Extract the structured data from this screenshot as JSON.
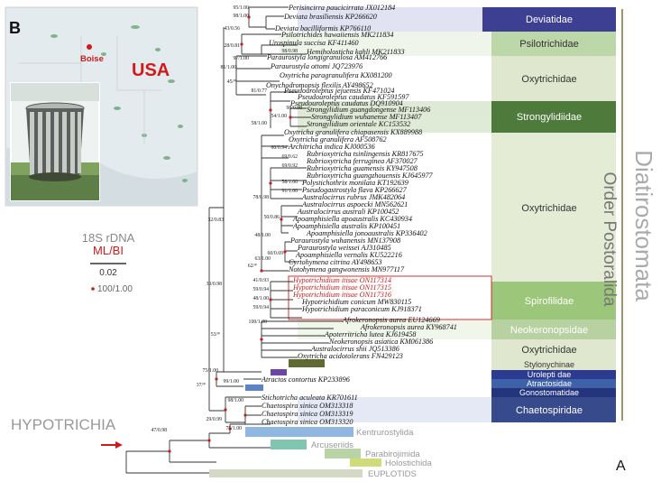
{
  "panel_a_label": "A",
  "panel_b_label": "B",
  "order_label": "Order Postoralida",
  "class_label": "Diatirostomata",
  "hypotrichia_label": "HYPOTRICHIA",
  "legend": {
    "title": "18S rDNA",
    "method": "ML/BI",
    "scale_value": "0.02",
    "full_support": "100/1.00"
  },
  "map": {
    "city": "Boise",
    "country": "USA"
  },
  "colors": {
    "deviatidae": "#3d3f93",
    "psilotrichidae": "#bcd7a8",
    "oxytrichidae": "#dfe8cf",
    "strongylidiidae": "#4e7a3c",
    "spirofilidae": "#9cc67a",
    "neokeronopsidae": "#b8d1a0",
    "stylonychinae": "#606b34",
    "urolepti": "#2c3b8f",
    "atractosidae": "#3d62a8",
    "gonostomatidae": "#25357d",
    "chaetospiridae": "#364a8c",
    "accent_red": "#cc1b1b"
  },
  "families": [
    {
      "label": "Deviatidae"
    },
    {
      "label": "Psilotrichidae"
    },
    {
      "label": "Oxytrichidae"
    },
    {
      "label": "Strongylidiidae"
    },
    {
      "label": "Oxytrichidae"
    },
    {
      "label": "Spirofilidae"
    },
    {
      "label": "Neokeronopsidae"
    },
    {
      "label": "Oxytrichidae"
    },
    {
      "label": "Stylonychinae"
    },
    {
      "label": "Urolepti dae"
    },
    {
      "label": "Atractosidae"
    },
    {
      "label": "Gonostomatidae"
    },
    {
      "label": "Chaetospiridae"
    }
  ],
  "outgroups": [
    {
      "label": "Kentrurostylida"
    },
    {
      "label": "Arcuseriids"
    },
    {
      "label": "Parabirojimida"
    },
    {
      "label": "Holostichida"
    },
    {
      "label": "EUPLOTIDS"
    }
  ],
  "taxa": [
    {
      "name": "Perisincirra paucicirrata JX012184",
      "support": "95/1.00"
    },
    {
      "name": "Deviata brasiliensis KP266620",
      "support": "98/1.00"
    },
    {
      "name": "Deviata bacilliformis KP766110",
      "support": "43/0.56"
    },
    {
      "name": "Psilotrichides hawaiiensis MK211834",
      "support": ""
    },
    {
      "name": "Urospinula succisa KF411460",
      "support": "28/0.81"
    },
    {
      "name": "Hemiholosticha kahli MK211833",
      "support": "98/0.98"
    },
    {
      "name": "Paraurostyla longigranulosa AM412766",
      "support": ""
    },
    {
      "name": "Paraurostyla ottomi JQ723976",
      "support": "97/1.00"
    },
    {
      "name": "Oxytricha paragranulifera KX081200",
      "support": ""
    },
    {
      "name": "Onychodromopsis flexilis AY498652",
      "support": ""
    },
    {
      "name": "Pseudouroleptus jejuensis KF471024",
      "support": ""
    },
    {
      "name": "Pseudouroleptus caudatus KF591597",
      "support": "81/0.77"
    },
    {
      "name": "Pseudouroleptus caudatus DQ910904",
      "support": ""
    },
    {
      "name": "Strongylidium guangdongense MF113406",
      "support": "98/0.98"
    },
    {
      "name": "Strongylidium wuhanense MF113407",
      "support": "54/1.00"
    },
    {
      "name": "Strongylidium orientale KC153532",
      "support": ""
    },
    {
      "name": "Oxytricha granulifera chiapasensis KX889988",
      "support": ""
    },
    {
      "name": "Oxytricha granulifera AF508762",
      "support": ""
    },
    {
      "name": "Architricha indica KJ000536",
      "support": "60/0.94"
    },
    {
      "name": "Rubrioxytricha tsinlingensis KR817675",
      "support": ""
    },
    {
      "name": "Rubrioxytricha ferruginea AF370027",
      "support": "69/0.62"
    },
    {
      "name": "Rubrioxytricha guamensis KY947508",
      "support": "69/0.92"
    },
    {
      "name": "Rubrioxytricha guangzhouensis KJ645977",
      "support": ""
    },
    {
      "name": "Polystichothrix monilata KT192639",
      "support": "58/1.00"
    },
    {
      "name": "Pseudogastrostyla flava KP266627",
      "support": "91/1.00"
    },
    {
      "name": "Australocirrus rubrus JMK482064",
      "support": "78/0.98"
    },
    {
      "name": "Australocirrus aspoecki MN562621",
      "support": ""
    },
    {
      "name": "Australocirrus australi KP100452",
      "support": ""
    },
    {
      "name": "Apoamphisiella apoaustralis KC430934",
      "support": ""
    },
    {
      "name": "Apoamphisiella australis KP100451",
      "support": "50/0.86"
    },
    {
      "name": "Apoamphisiella jonoaustralis KP336402",
      "support": ""
    },
    {
      "name": "Paraurostyla wuhanensis MN137908",
      "support": ""
    },
    {
      "name": "Paraurostyla weissei AJ310485",
      "support": ""
    },
    {
      "name": "Apoamphisiella vernalis KU522216",
      "support": "60/0.69"
    },
    {
      "name": "Cyrtohymena citrina AY498653",
      "support": ""
    },
    {
      "name": "Notohymena gangwonensis MN977117",
      "support": ""
    },
    {
      "name": "Hypotrichidium itisae ON117314",
      "support": ""
    },
    {
      "name": "Hypotrichidium itisae ON117315",
      "support": ""
    },
    {
      "name": "Hypotrichidium itisae ON117316",
      "support": ""
    },
    {
      "name": "Hypotrichidium conicum MW830115",
      "support": ""
    },
    {
      "name": "Hypotrichidium paraconicum KJ918371",
      "support": ""
    },
    {
      "name": "Afrokeronopsis aurea EU124669",
      "support": ""
    },
    {
      "name": "Afrokeronopsis aurea KY968741",
      "support": ""
    },
    {
      "name": "Apoterritricha lutea KJ619458",
      "support": ""
    },
    {
      "name": "Neokeronopsis asiatica KM061386",
      "support": ""
    },
    {
      "name": "Australocirrus shii JQ513386",
      "support": ""
    },
    {
      "name": "Oxytricha acidotolerans FN429123",
      "support": ""
    },
    {
      "name": "Atractos contortus KP233896",
      "support": ""
    },
    {
      "name": "Stichotricha aculeata KR701611",
      "support": ""
    },
    {
      "name": "Chaetospira sinica OM313318",
      "support": ""
    },
    {
      "name": "Chaetospira sinica OM313319",
      "support": ""
    },
    {
      "name": "Chaetospira sinica OM313320",
      "support": ""
    }
  ],
  "node_supports": [
    "48/1.00",
    "45/*",
    "81/1.00",
    "58/1.00",
    "63/1.00",
    "62/*",
    "32/0.83",
    "30/0.98",
    "53/*",
    "75/1.00",
    "99/1.00",
    "37/*",
    "47/0.98",
    "29/0.99",
    "75/1.00",
    "98/1.00",
    "41/0.93",
    "59/0.94",
    "48/1.00",
    "59/0.94",
    "100/1.00"
  ]
}
